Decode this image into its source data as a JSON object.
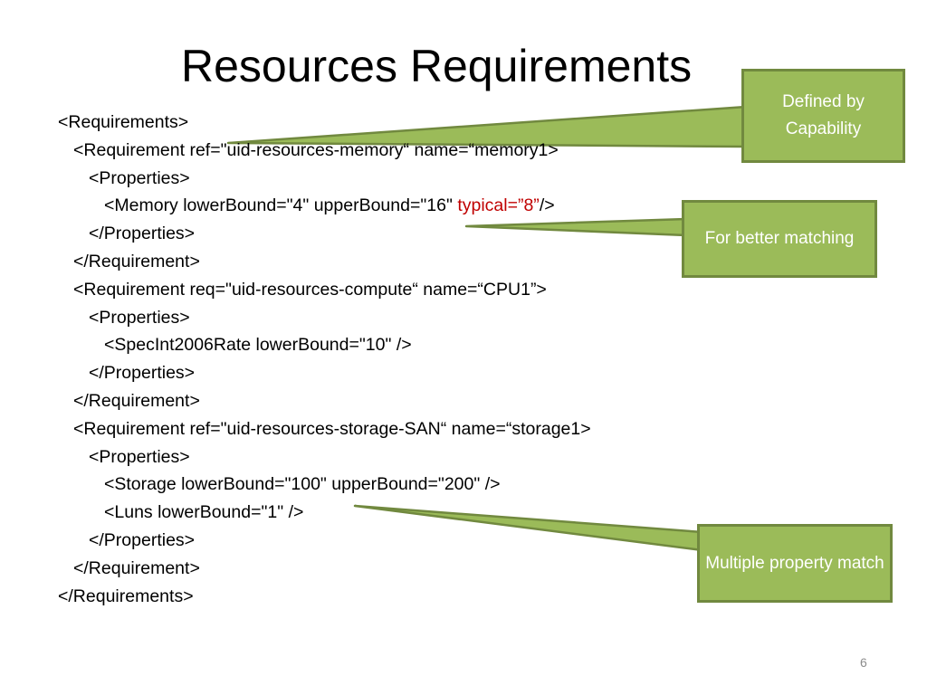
{
  "slide": {
    "title": "Resources Requirements",
    "page_number": "6"
  },
  "code_lines": [
    {
      "indent": 0,
      "text": "<Requirements>"
    },
    {
      "indent": 1,
      "text": "<Requirement ref=\"uid-resources-memory“ name=“memory1>"
    },
    {
      "indent": 2,
      "text": "<Properties>"
    },
    {
      "indent": 3,
      "text": "<Memory lowerBound=\"4\" upperBound=\"16\" ",
      "highlight": "typical=”8”",
      "after": "/>"
    },
    {
      "indent": 2,
      "text": "</Properties>"
    },
    {
      "indent": 1,
      "text": "</Requirement>"
    },
    {
      "indent": 1,
      "text": "<Requirement req=\"uid-resources-compute“ name=“CPU1”>"
    },
    {
      "indent": 2,
      "text": "<Properties>"
    },
    {
      "indent": 3,
      "text": "<SpecInt2006Rate lowerBound=\"10\" />"
    },
    {
      "indent": 2,
      "text": "</Properties>"
    },
    {
      "indent": 1,
      "text": "</Requirement>"
    },
    {
      "indent": 1,
      "text": "<Requirement ref=\"uid-resources-storage-SAN“ name=“storage1>"
    },
    {
      "indent": 2,
      "text": "<Properties>"
    },
    {
      "indent": 3,
      "text": "<Storage lowerBound=\"100\" upperBound=\"200\" />"
    },
    {
      "indent": 3,
      "text": "<Luns lowerBound=\"1\" />"
    },
    {
      "indent": 2,
      "text": "</Properties>"
    },
    {
      "indent": 1,
      "text": "</Requirement>"
    },
    {
      "indent": 0,
      "text": "</Requirements>"
    }
  ],
  "callouts": {
    "capability": "Defined by Capability",
    "matching": "For better matching",
    "multiple": "Multiple property match"
  },
  "colors": {
    "callout_fill": "#9bbb59",
    "callout_border": "#71893f",
    "highlight": "#c00000"
  }
}
